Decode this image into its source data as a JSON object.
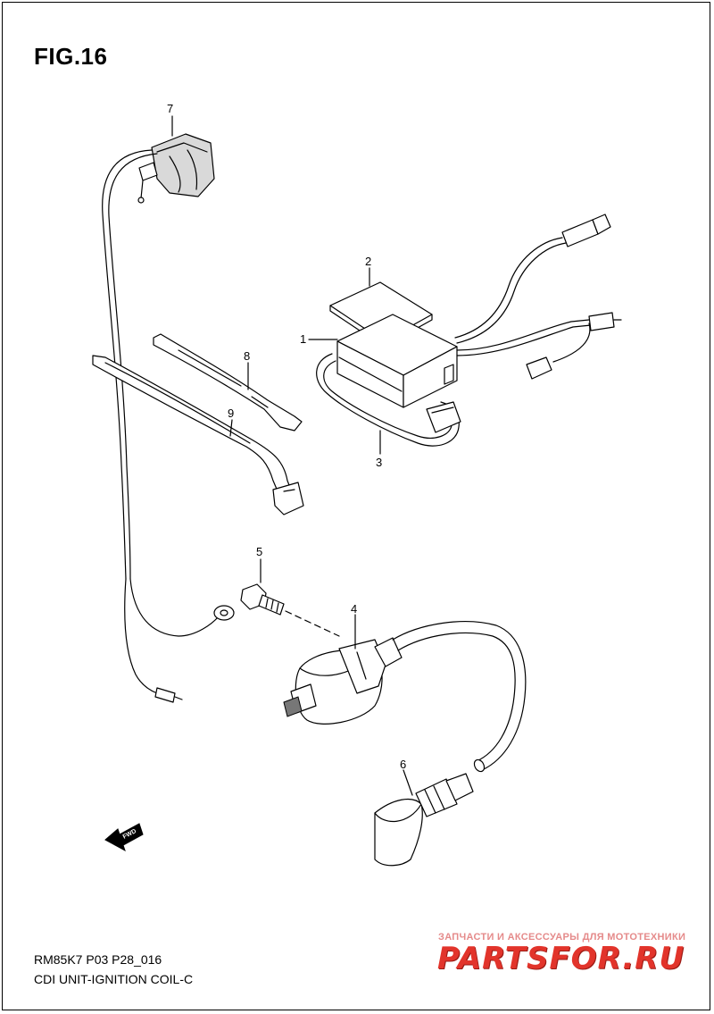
{
  "figure": {
    "title": "FIG.16"
  },
  "callouts": {
    "c1": "1",
    "c2": "2",
    "c3": "3",
    "c4": "4",
    "c5": "5",
    "c6": "6",
    "c7": "7",
    "c8": "8",
    "c9": "9"
  },
  "fwd_label": "FWD",
  "footer": {
    "code": "RM85K7 P03 P28_016",
    "caption": "CDI UNIT-IGNITION COIL-C"
  },
  "watermark": {
    "tagline": "ЗАПЧАСТИ И АКСЕССУАРЫ ДЛЯ МОТОТЕХНИКИ",
    "logo": "PARTSFOR.RU"
  },
  "colors": {
    "line": "#000000",
    "watermark": "#e2342b"
  }
}
